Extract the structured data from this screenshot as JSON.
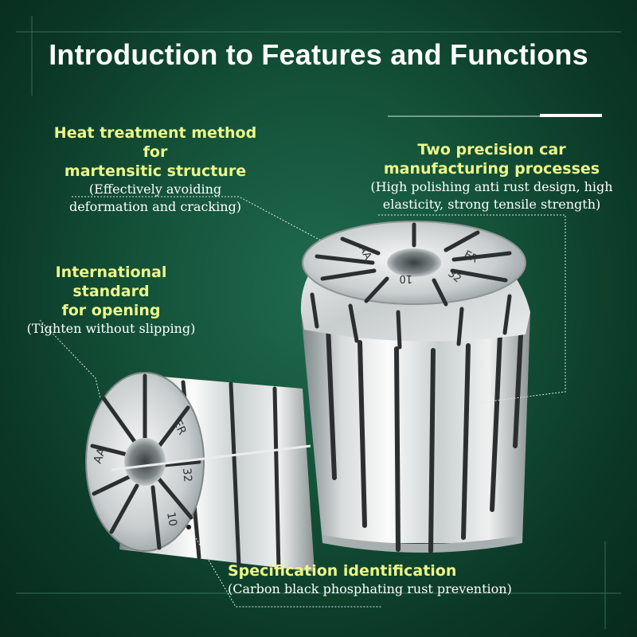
{
  "title": "Introduction to Features and Functions",
  "callouts": {
    "heat": {
      "heading_line1": "Heat treatment method for",
      "heading_line2": "martensitic structure",
      "sub_line1": "(Effectively avoiding",
      "sub_line2": "deformation and cracking)"
    },
    "precision": {
      "heading_line1": "Two precision car",
      "heading_line2": "manufacturing processes",
      "sub_line1": "(High polishing anti rust design, high",
      "sub_line2": "elasticity, strong tensile strength)"
    },
    "opening": {
      "heading_line1": "International standard",
      "heading_line2": "for opening",
      "sub_line1": "(Tighten without slipping)"
    },
    "spec": {
      "heading": "Specification identification",
      "sub": "(Carbon black phosphating rust prevention)"
    }
  },
  "collet_markings": {
    "grade": "AA",
    "series": "ER",
    "size": "32",
    "bore": "10"
  }
}
